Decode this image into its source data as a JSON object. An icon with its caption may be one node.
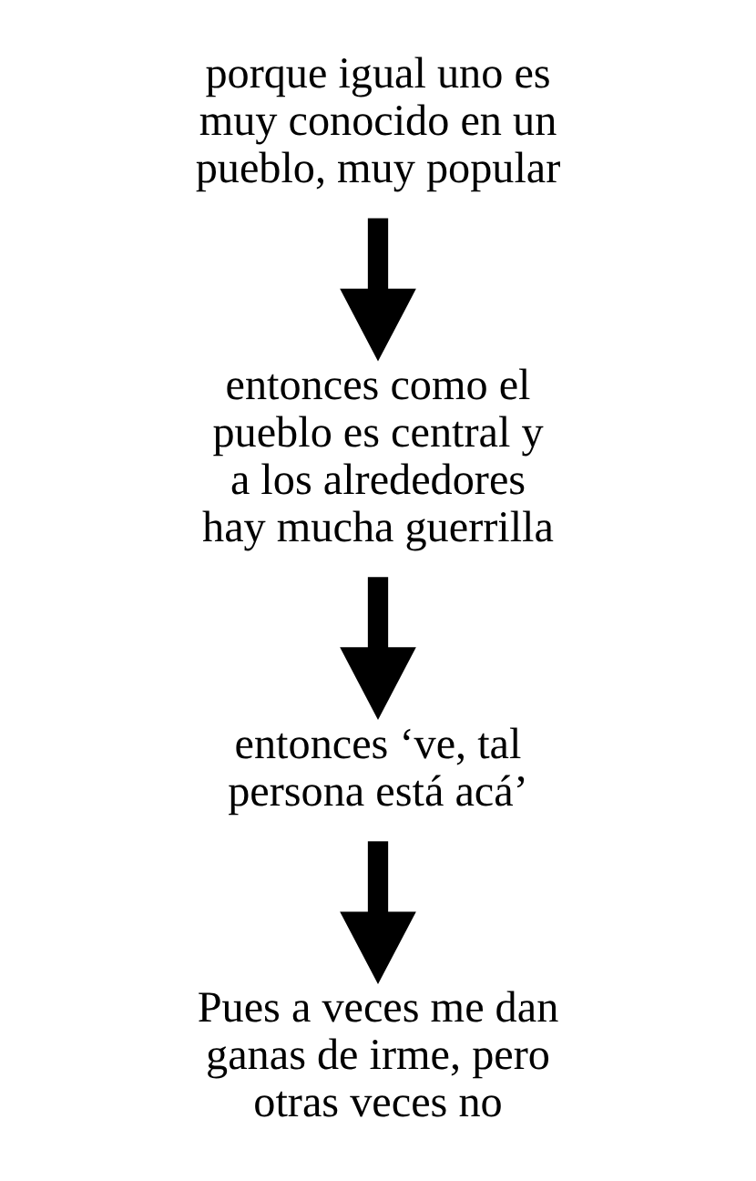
{
  "diagram": {
    "nodes": [
      {
        "text": [
          "porque igual uno es muy conocido en un pueblo, muy popular"
        ]
      },
      {
        "text": [
          "entonces como el pueblo es central y a los alrededores hay mucha guerrilla"
        ]
      },
      {
        "text": [
          "entonces ‘ve, tal persona está acá’"
        ]
      },
      {
        "text": [
          "Pues a veces me dan ganas de irme, pero otras veces no"
        ]
      }
    ],
    "edges": [
      {
        "from": 0,
        "to": 1,
        "arrow": "to"
      },
      {
        "from": 1,
        "to": 2,
        "arrow": "to"
      },
      {
        "from": 2,
        "to": 3,
        "arrow": "to"
      }
    ]
  }
}
